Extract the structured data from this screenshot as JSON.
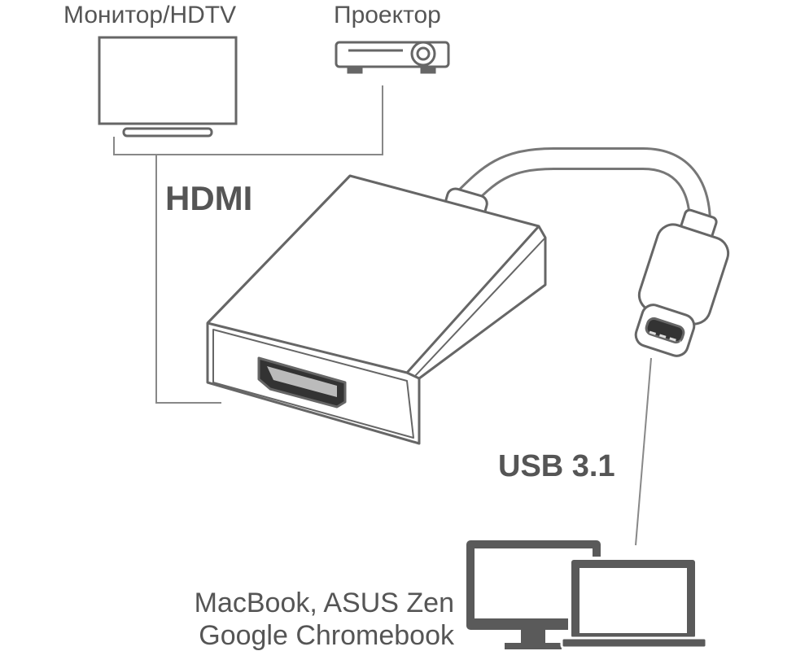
{
  "labels": {
    "monitor": "Монитор/HDTV",
    "projector": "Проектор",
    "hdmi": "HDMI",
    "usb": "USB 3.1",
    "devices_line1": "MacBook, ASUS Zen",
    "devices_line2": "Google Chromebook"
  },
  "colors": {
    "line": "#777777",
    "text": "#555555",
    "device_fill": "#5a5a5a"
  }
}
